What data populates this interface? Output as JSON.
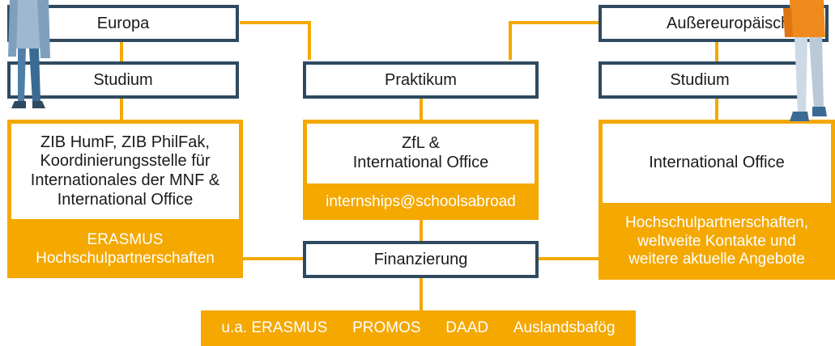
{
  "left": {
    "region": "Europa",
    "type": "Studium",
    "contact": "ZIB HumF, ZIB PhilFak,\nKoordinierungsstelle für\nInternationales der MNF &\nInternational Office",
    "programs": "ERASMUS\nHochschulpartnerschaften"
  },
  "center": {
    "type": "Praktikum",
    "contact": "ZfL &\nInternational Office",
    "programs": "internships@schoolsabroad"
  },
  "right": {
    "region": "Außereuropäisch",
    "type": "Studium",
    "contact": "International Office",
    "programs": "Hochschulpartnerschaften,\nweltweite Kontakte und\nweitere aktuelle Angebote"
  },
  "funding": {
    "label": "Finanzierung",
    "items": [
      "u.a. ERASMUS",
      "PROMOS",
      "DAAD",
      "Auslandsbafög"
    ]
  },
  "colors": {
    "navy": "#2f4a60",
    "orange": "#f4a800",
    "white": "#ffffff"
  }
}
